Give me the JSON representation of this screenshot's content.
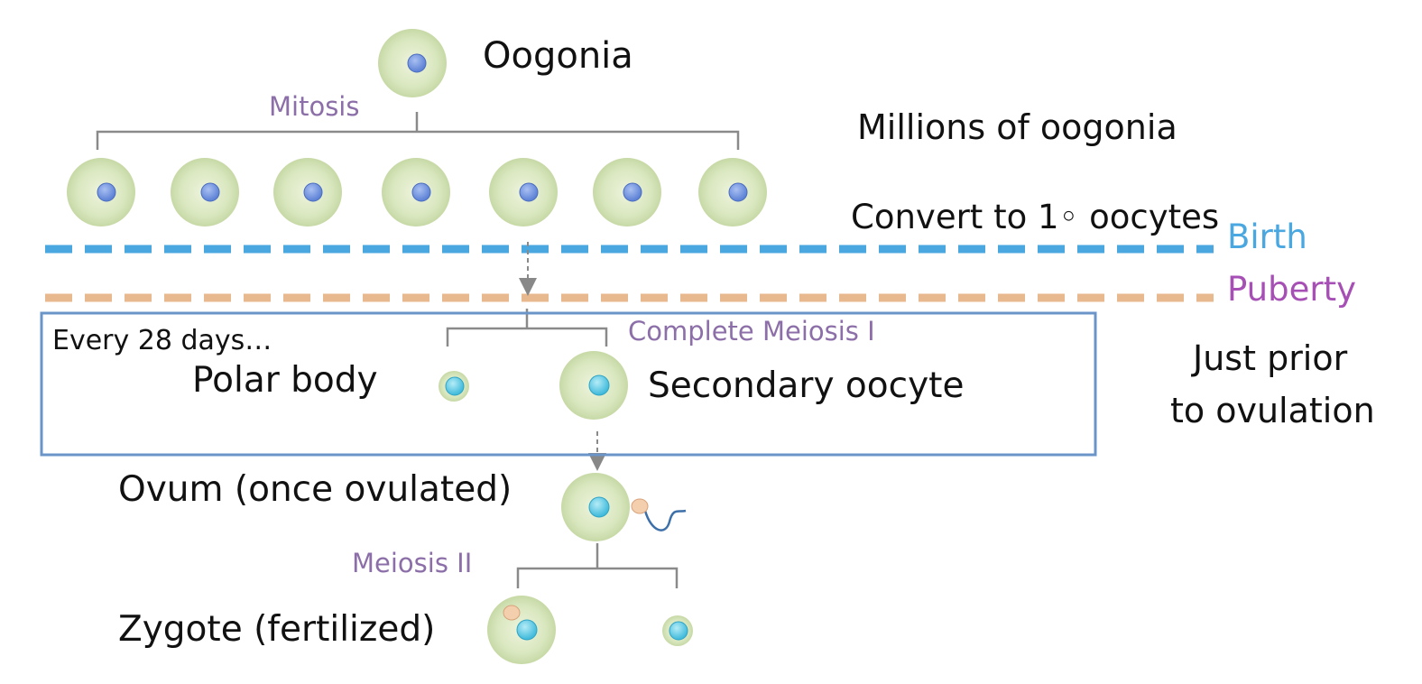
{
  "labels": {
    "oogonia": "Oogonia",
    "mitosis": "Mitosis",
    "millions": "Millions of oogonia",
    "convert": "Convert to 1◦ oocytes",
    "birth": "Birth",
    "puberty": "Puberty",
    "every28": "Every 28 days…",
    "polar_body": "Polar body",
    "complete_meiosis1": "Complete Meiosis I",
    "secondary_oocyte": "Secondary oocyte",
    "just_prior_1": "Just prior",
    "just_prior_2": "to ovulation",
    "ovum": "Ovum (once ovulated)",
    "meiosis2": "Meiosis II",
    "zygote": "Zygote (fertilized)"
  },
  "colors": {
    "birth_line": "#4aa7e0",
    "birth_text": "#4aa7e0",
    "puberty_line": "#e8b98f",
    "puberty_text": "#a64fb4",
    "stage_label": "#8c6fa8",
    "box_border": "#6b95c8",
    "cell_fill": "#d8e6bd",
    "nucleus_blue": "#7b9be0",
    "nucleus_cyan": "#6fd0e8",
    "sperm_head": "#f3cfae",
    "sperm_tail": "#3d6fa8",
    "bracket": "#777777"
  }
}
